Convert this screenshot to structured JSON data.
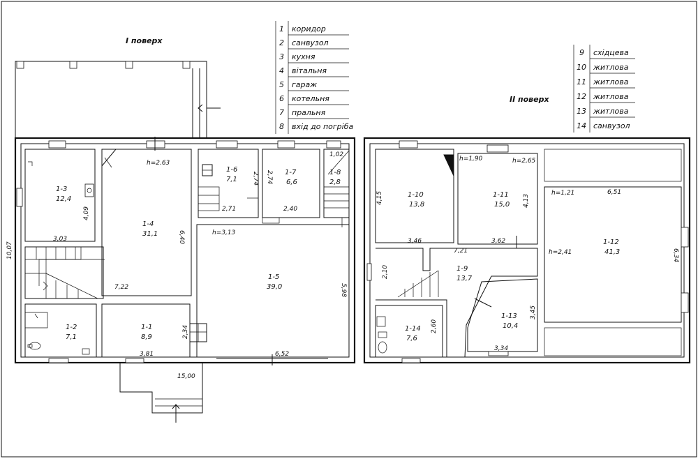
{
  "floors": {
    "first": "I поверх",
    "second": "II поверх"
  },
  "legend": [
    {
      "num": "1",
      "name": "коридор"
    },
    {
      "num": "2",
      "name": "санвузол"
    },
    {
      "num": "3",
      "name": "кухня"
    },
    {
      "num": "4",
      "name": "вітальня"
    },
    {
      "num": "5",
      "name": "гараж"
    },
    {
      "num": "6",
      "name": "котельня"
    },
    {
      "num": "7",
      "name": "пральня"
    },
    {
      "num": "8",
      "name": "вхід до погріба"
    },
    {
      "num": "9",
      "name": "східцева"
    },
    {
      "num": "10",
      "name": "житлова"
    },
    {
      "num": "11",
      "name": "житлова"
    },
    {
      "num": "12",
      "name": "житлова"
    },
    {
      "num": "13",
      "name": "житлова"
    },
    {
      "num": "14",
      "name": "санвузол"
    }
  ],
  "rooms": [
    {
      "id": "1-1",
      "area": "8,9"
    },
    {
      "id": "1-2",
      "area": "7,1"
    },
    {
      "id": "1-3",
      "area": "12,4"
    },
    {
      "id": "1-4",
      "area": "31,1"
    },
    {
      "id": "1-5",
      "area": "39,0"
    },
    {
      "id": "1-6",
      "area": "7,1"
    },
    {
      "id": "1-7",
      "area": "6,6"
    },
    {
      "id": "1-8",
      "area": "2,8"
    },
    {
      "id": "1-9",
      "area": "13,7"
    },
    {
      "id": "1-10",
      "area": "13,8"
    },
    {
      "id": "1-11",
      "area": "15,0"
    },
    {
      "id": "1-12",
      "area": "41,3"
    },
    {
      "id": "1-13",
      "area": "10,4"
    },
    {
      "id": "1-14",
      "area": "7,6"
    }
  ],
  "dimensions": {
    "overall_height": "10,07",
    "overall_width": "15,00",
    "d_3_03": "3,03",
    "d_4_09": "4,09",
    "d_7_22": "7,22",
    "d_6_40": "6,40",
    "d_2_71": "2,71",
    "d_2_74a": "2,74",
    "d_2_74b": "2,74",
    "d_2_40": "2,40",
    "d_1_02": "1,02",
    "d_5_98": "5,98",
    "d_6_52": "6,52",
    "d_2_34": "2,34",
    "d_3_81": "3,81",
    "d_4_15": "4,15",
    "d_3_46": "3,46",
    "d_4_13": "4,13",
    "d_3_62": "3,62",
    "d_7_21": "7,21",
    "d_2_10": "2,10",
    "d_2_60": "2,60",
    "d_3_45": "3,45",
    "d_3_34": "3,34",
    "d_6_51": "6,51",
    "d_6_34": "6,34"
  },
  "heights": {
    "h_2_63": "h=2.63",
    "h_3_13": "h=3,13",
    "h_1_90": "h=1,90",
    "h_2_65": "h=2,65",
    "h_1_21": "h=1,21",
    "h_2_41": "h=2,41"
  }
}
